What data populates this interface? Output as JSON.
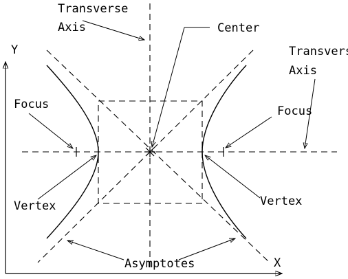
{
  "axes": {
    "x_label": "X",
    "y_label": "Y"
  },
  "labels": {
    "transverse_axis_top_line1": "Transverse",
    "transverse_axis_top_line2": "Axis",
    "transverse_axis_right_line1": "Transverse",
    "transverse_axis_right_line2": "Axis",
    "center": "Center",
    "focus_left": "Focus",
    "focus_right": "Focus",
    "vertex_left": "Vertex",
    "vertex_right": "Vertex",
    "asymptotes": "Asymptotes"
  }
}
